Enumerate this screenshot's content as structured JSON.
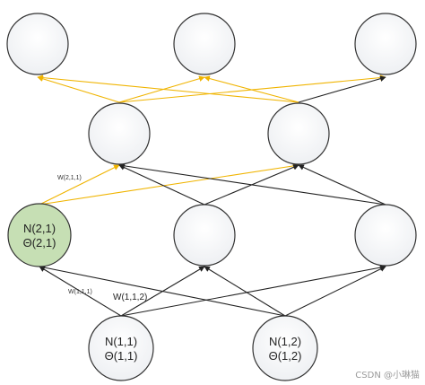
{
  "nodes": {
    "n11": {
      "line1": "N(1,1)",
      "line2": "Θ(1,1)"
    },
    "n12": {
      "line1": "N(1,2)",
      "line2": "Θ(1,2)"
    },
    "n21": {
      "line1": "N(2,1)",
      "line2": "Θ(2,1)"
    }
  },
  "edge_labels": {
    "w211": "W(2,1,1)",
    "w111": "W(1,1,1)",
    "w112": "W(1,1,2)"
  },
  "watermark": "CSDN @小琳猫",
  "colors": {
    "highlight_edge": "#f0b400",
    "normal_edge": "#222222",
    "highlight_node_fill": "#c6dfb4",
    "highlight_node_stroke": "#333333",
    "node_fill": "#f5f6f8",
    "node_stroke": "#333333"
  }
}
